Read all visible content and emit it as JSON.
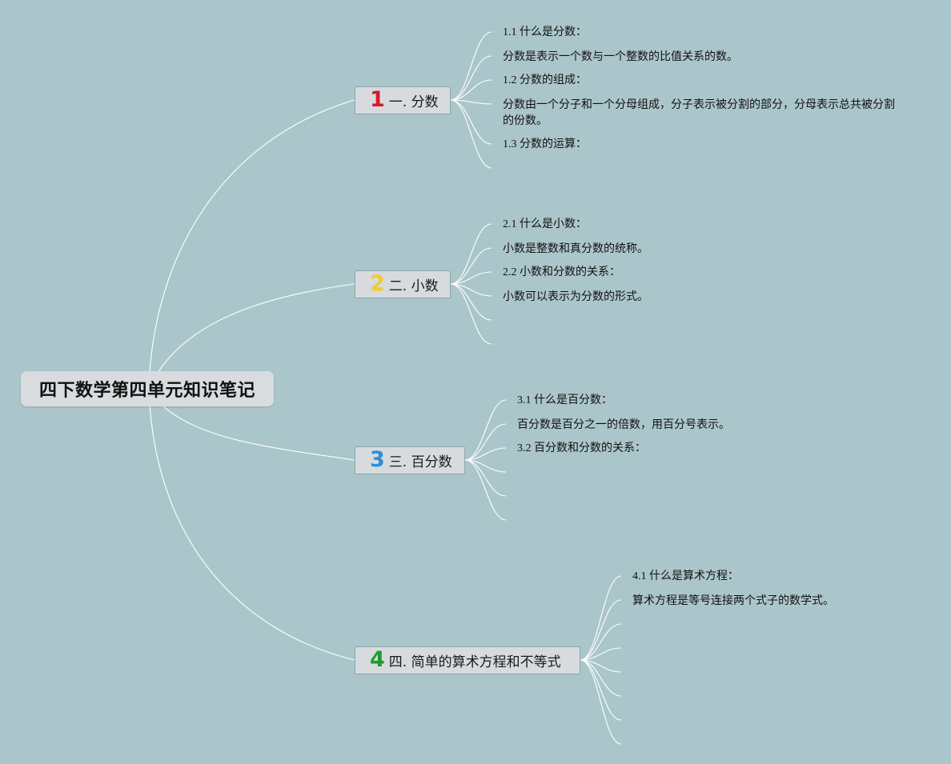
{
  "root": {
    "title": "四下数学第四单元知识笔记"
  },
  "colors": {
    "background": "#abc6ca",
    "branch1": "#d61a2e",
    "branch2": "#f2cc2a",
    "branch3": "#2a8fd8",
    "branch4": "#1e9c2e",
    "connector": "#ffffff"
  },
  "branches": [
    {
      "number": "1",
      "label": "一. 分数",
      "leaves": [
        "1.1 什么是分数：",
        "分数是表示一个数与一个整数的比值关系的数。",
        "1.2 分数的组成：",
        "分数由一个分子和一个分母组成，分子表示被分割的部分，分母表示总共被分割的份数。",
        "1.3 分数的运算："
      ]
    },
    {
      "number": "2",
      "label": "二. 小数",
      "leaves": [
        "2.1 什么是小数：",
        "小数是整数和真分数的统称。",
        "2.2 小数和分数的关系：",
        "小数可以表示为分数的形式。"
      ]
    },
    {
      "number": "3",
      "label": "三. 百分数",
      "leaves": [
        "3.1 什么是百分数：",
        "百分数是百分之一的倍数，用百分号表示。",
        "3.2 百分数和分数的关系："
      ]
    },
    {
      "number": "4",
      "label": "四. 简单的算术方程和不等式",
      "leaves": [
        "4.1 什么是算术方程：",
        "算术方程是等号连接两个式子的数学式。"
      ]
    }
  ]
}
